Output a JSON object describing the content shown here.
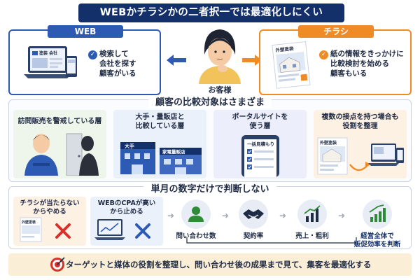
{
  "title": "WEBかチラシかの二者択一では最適化しにくい",
  "section1": {
    "web": {
      "tag": "WEB",
      "site_name": "塗装 会社",
      "text": [
        "検索して",
        "会社を探す",
        "顧客がいる"
      ]
    },
    "customer_label": "お客様",
    "flyer": {
      "tag": "チラシ",
      "flyer_title": "外壁塗装",
      "text": [
        "紙の情報をきっかけに",
        "比較検討を始める",
        "顧客もいる"
      ]
    }
  },
  "section2": {
    "title": "顧客の比較対象はさまざま",
    "cards": [
      {
        "label": [
          "訪問販売を警戒している層"
        ]
      },
      {
        "label": [
          "大手・量販店と",
          "比較している層"
        ],
        "store1": "大手",
        "store2": "家電量販店"
      },
      {
        "label": [
          "ポータルサイトを",
          "使う層"
        ],
        "phone_title": "一括見積もり"
      },
      {
        "label": [
          "複数の接点を持つ場合も",
          "役割を整理"
        ],
        "flyer_title": "外壁塗装"
      }
    ]
  },
  "section3": {
    "title": "単月の数字だけで判断しない",
    "small_cards": [
      {
        "label": [
          "チラシが当たらない",
          "からやめる"
        ],
        "flyer_title": "外壁塗装"
      },
      {
        "label": [
          "WEBのCPAが高い",
          "から止める"
        ]
      }
    ],
    "steps": [
      {
        "label": [
          "問い合わせ数"
        ],
        "icon": "person-icon"
      },
      {
        "label": [
          "契約率"
        ],
        "icon": "handshake-icon"
      },
      {
        "label": [
          "売上・粗利"
        ],
        "icon": "bar-chart-icon"
      },
      {
        "label": [
          "経営全体で",
          "販促効率を判断"
        ],
        "icon": "growth-chart-icon"
      }
    ]
  },
  "banner": {
    "text": "ターゲットと媒体の役割を整理し、問い合わせ後の成果まで見て、集客を最適化する"
  },
  "colors": {
    "navy": "#14306b",
    "web_blue": "#2d5bb4",
    "flyer_orange": "#f08a24",
    "green": "#2f8a3a",
    "cross_red": "#d8302b",
    "banner_bg": "#fbeed6"
  }
}
